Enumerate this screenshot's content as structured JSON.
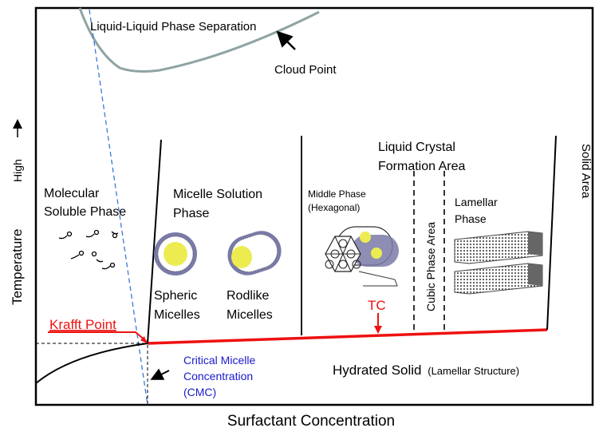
{
  "axes": {
    "x_label": "Surfactant Concentration",
    "y_label": "Temperature",
    "y_high": "High"
  },
  "curves": {
    "llps_label": "Liquid-Liquid Phase Separation",
    "cloud_point_label": "Cloud Point"
  },
  "regions": {
    "molecular_line1": "Molecular",
    "molecular_line2": "Soluble Phase",
    "micelle_line1": "Micelle Solution",
    "micelle_line2": "Phase",
    "spheric_line1": "Spheric",
    "spheric_line2": "Micelles",
    "rodlike_line1": "Rodlike",
    "rodlike_line2": "Micelles",
    "lc_line1": "Liquid Crystal",
    "lc_line2": "Formation Area",
    "middle_line1": "Middle Phase",
    "middle_line2": "(Hexagonal)",
    "cubic": "Cubic Phase Area",
    "lamellar_line1": "Lamellar",
    "lamellar_line2": "Phase",
    "solid_area": "Solid Area",
    "hydrated_main": "Hydrated Solid",
    "hydrated_sub": "(Lamellar Structure)"
  },
  "markers": {
    "krafft": "Krafft Point",
    "tc": "TC",
    "cmc_line1": "Critical Micelle",
    "cmc_line2": "Concentration",
    "cmc_line3": "(CMC)"
  },
  "colors": {
    "accent_red": "#ee1111",
    "cmc_blue": "#1a1acc",
    "dashed_blue": "#3a7ad6",
    "cloud_curve": "#8fa3a3",
    "micelle_core": "#ecec50",
    "micelle_shell": "#7a7aa8"
  }
}
